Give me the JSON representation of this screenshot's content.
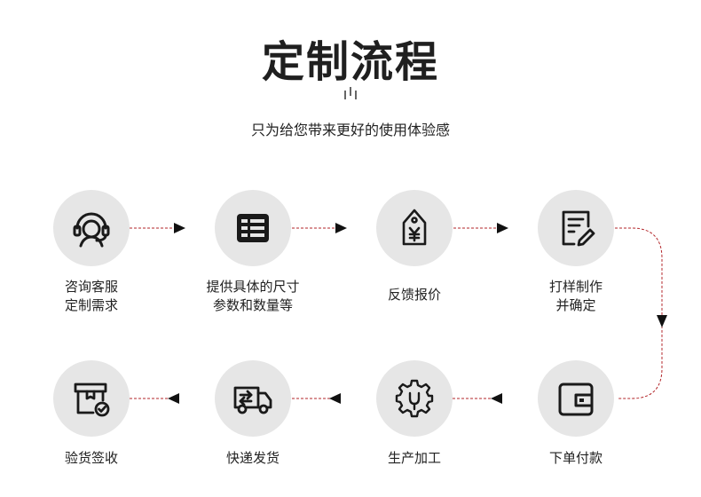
{
  "title": "定制流程",
  "subtitle": "只为给您带来更好的使用体验感",
  "steps": [
    {
      "icon": "customer-service-headset-icon",
      "lines": [
        "咨询客服",
        "定制需求"
      ]
    },
    {
      "icon": "table-list-icon",
      "lines": [
        "提供具体的尺寸",
        "参数和数量等"
      ]
    },
    {
      "icon": "price-tag-yen-icon",
      "lines": [
        "反馈报价"
      ]
    },
    {
      "icon": "document-edit-icon",
      "lines": [
        "打样制作",
        "并确定"
      ]
    },
    {
      "icon": "wallet-icon",
      "lines": [
        "下单付款"
      ]
    },
    {
      "icon": "gear-production-icon",
      "lines": [
        "生产加工"
      ]
    },
    {
      "icon": "delivery-truck-icon",
      "lines": [
        "快递发货"
      ]
    },
    {
      "icon": "package-check-icon",
      "lines": [
        "验货签收"
      ]
    }
  ],
  "colors": {
    "connector": "#b3262a",
    "arrow": "#111111",
    "circle": "#e6e6e6"
  }
}
